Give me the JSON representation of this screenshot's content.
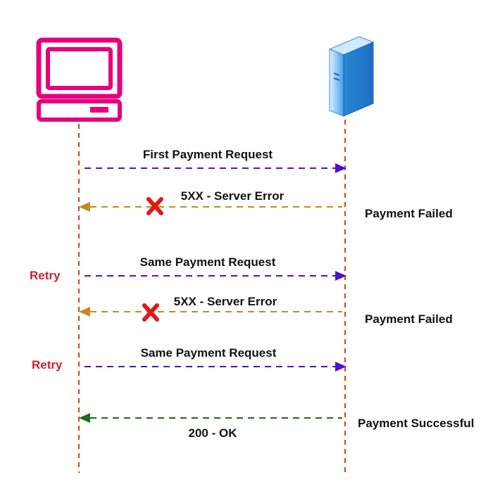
{
  "participants": {
    "client": {
      "icon": "computer-icon",
      "color": "#e6007e"
    },
    "server": {
      "icon": "server-icon",
      "color": "#2f9bea"
    }
  },
  "lifeline_color": "#d2501e",
  "messages": [
    {
      "label": "First Payment Request",
      "direction": "to-server",
      "color": "#4d10d8"
    },
    {
      "label": "5XX - Server Error",
      "direction": "to-client",
      "color": "#c48a1e",
      "failed": true
    },
    {
      "label": "Same Payment Request",
      "direction": "to-server",
      "color": "#4d10d8"
    },
    {
      "label": "5XX - Server Error",
      "direction": "to-client",
      "color": "#c48a1e",
      "failed": true
    },
    {
      "label": "Same Payment Request",
      "direction": "to-server",
      "color": "#4d10d8"
    },
    {
      "label": "200 - OK",
      "direction": "to-client",
      "color": "#1e6a1e"
    }
  ],
  "server_notes": [
    "Payment Failed",
    "Payment Failed",
    "Payment Successful"
  ],
  "retry_labels": [
    "Retry",
    "Retry"
  ],
  "retry_color": "#d01f2d",
  "fail_marker_color": "#e01818"
}
